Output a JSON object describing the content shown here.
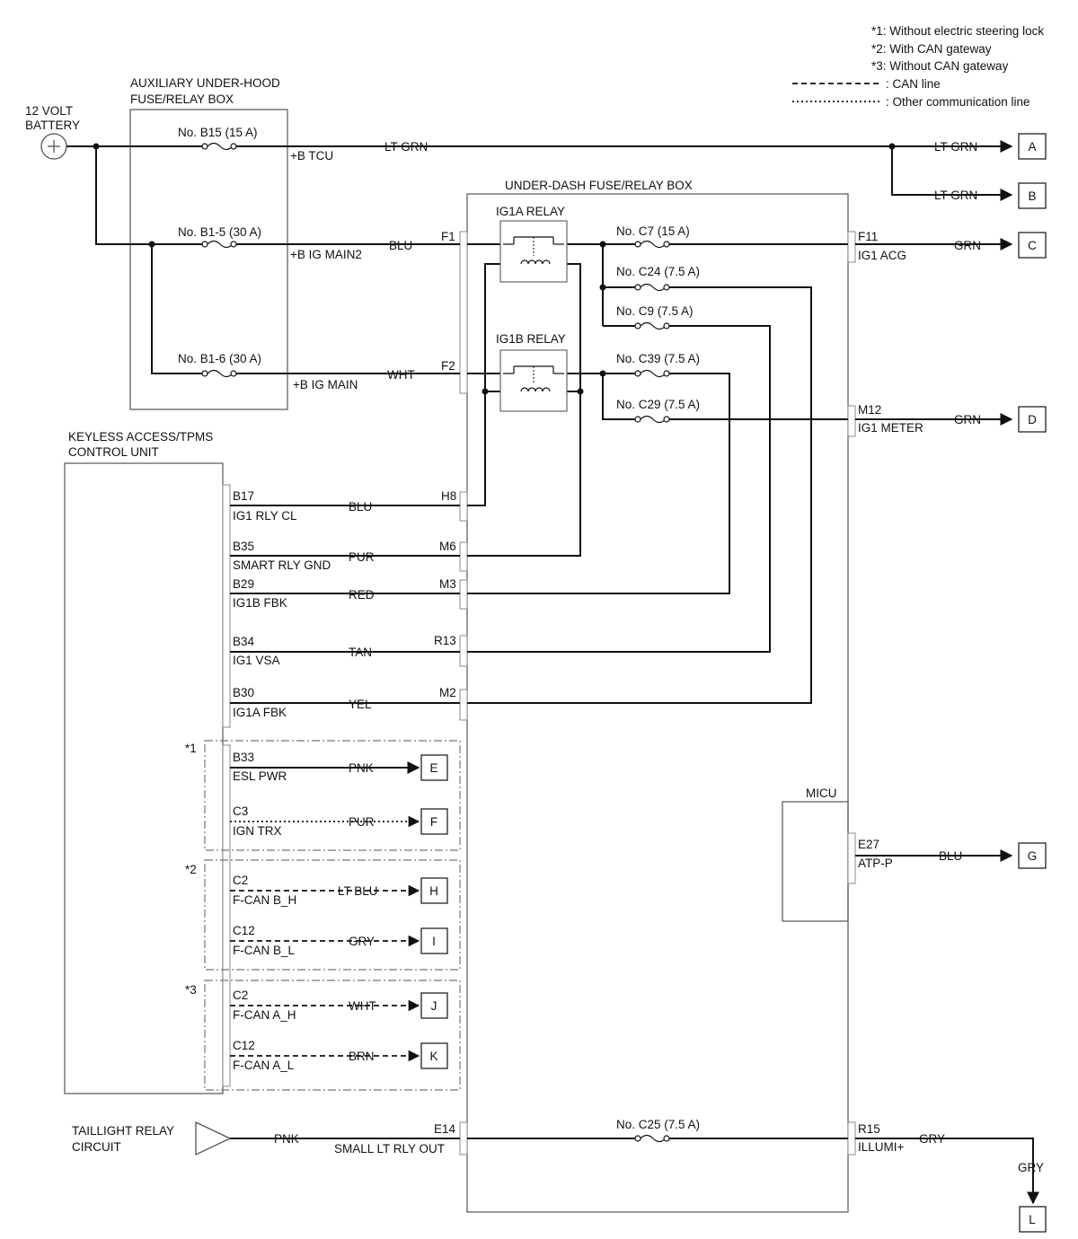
{
  "legend": {
    "note1": "*1: Without electric steering lock",
    "note2": "*2: With CAN gateway",
    "note3": "*3: Without CAN gateway",
    "can_line": ": CAN line",
    "other_line": ": Other communication line"
  },
  "battery": {
    "line1": "12 VOLT",
    "line2": "BATTERY"
  },
  "aux_box": {
    "line1": "AUXILIARY UNDER-HOOD",
    "line2": "FUSE/RELAY BOX"
  },
  "under_dash": {
    "title": "UNDER-DASH FUSE/RELAY BOX"
  },
  "keyless": {
    "line1": "KEYLESS ACCESS/TPMS",
    "line2": "CONTROL UNIT"
  },
  "micu": {
    "title": "MICU"
  },
  "taillight": {
    "line1": "TAILLIGHT RELAY",
    "line2": "CIRCUIT"
  },
  "relays": {
    "ig1a": "IG1A RELAY",
    "ig1b": "IG1B RELAY"
  },
  "fuses": {
    "b15": "No. B15 (15 A)",
    "b1_5": "No. B1-5 (30 A)",
    "b1_6": "No. B1-6 (30 A)",
    "c7": "No. C7 (15 A)",
    "c24": "No. C24 (7.5 A)",
    "c9": "No. C9 (7.5 A)",
    "c39": "No. C39 (7.5 A)",
    "c29": "No. C29 (7.5 A)",
    "c25": "No. C25 (7.5 A)"
  },
  "circuits": {
    "b_tcu": "+B TCU",
    "b_ig_main2": "+B IG MAIN2",
    "b_ig_main": "+B IG MAIN",
    "ig1_acg": "IG1 ACG",
    "ig1_meter": "IG1 METER",
    "atp_p": "ATP-P",
    "small_lt": "SMALL LT RLY OUT",
    "illumi": "ILLUMI+"
  },
  "pins": {
    "f1": "F1",
    "f2": "F2",
    "f11": "F11",
    "m12": "M12",
    "h8": "H8",
    "m6": "M6",
    "m3": "M3",
    "r13": "R13",
    "m2": "M2",
    "e27": "E27",
    "e14": "E14",
    "r15": "R15"
  },
  "wires": {
    "lt_grn": "LT GRN",
    "blu": "BLU",
    "wht": "WHT",
    "grn": "GRN",
    "pur": "PUR",
    "red": "RED",
    "tan": "TAN",
    "yel": "YEL",
    "pnk": "PNK",
    "lt_blu": "LT BLU",
    "gry": "GRY",
    "brn": "BRN"
  },
  "keyless_pins": [
    {
      "pin": "B17",
      "name": "IG1 RLY CL"
    },
    {
      "pin": "B35",
      "name": "SMART RLY GND"
    },
    {
      "pin": "B29",
      "name": "IG1B FBK"
    },
    {
      "pin": "B34",
      "name": "IG1 VSA"
    },
    {
      "pin": "B30",
      "name": "IG1A FBK"
    },
    {
      "pin": "B33",
      "name": "ESL PWR"
    },
    {
      "pin": "C3",
      "name": "IGN TRX"
    },
    {
      "pin": "C2",
      "name": "F-CAN B_H"
    },
    {
      "pin": "C12",
      "name": "F-CAN B_L"
    },
    {
      "pin": "C2",
      "name": "F-CAN A_H"
    },
    {
      "pin": "C12",
      "name": "F-CAN A_L"
    }
  ],
  "groups": {
    "g1": "*1",
    "g2": "*2",
    "g3": "*3"
  },
  "terminals": [
    "A",
    "B",
    "C",
    "D",
    "E",
    "F",
    "G",
    "H",
    "I",
    "J",
    "K",
    "L"
  ]
}
